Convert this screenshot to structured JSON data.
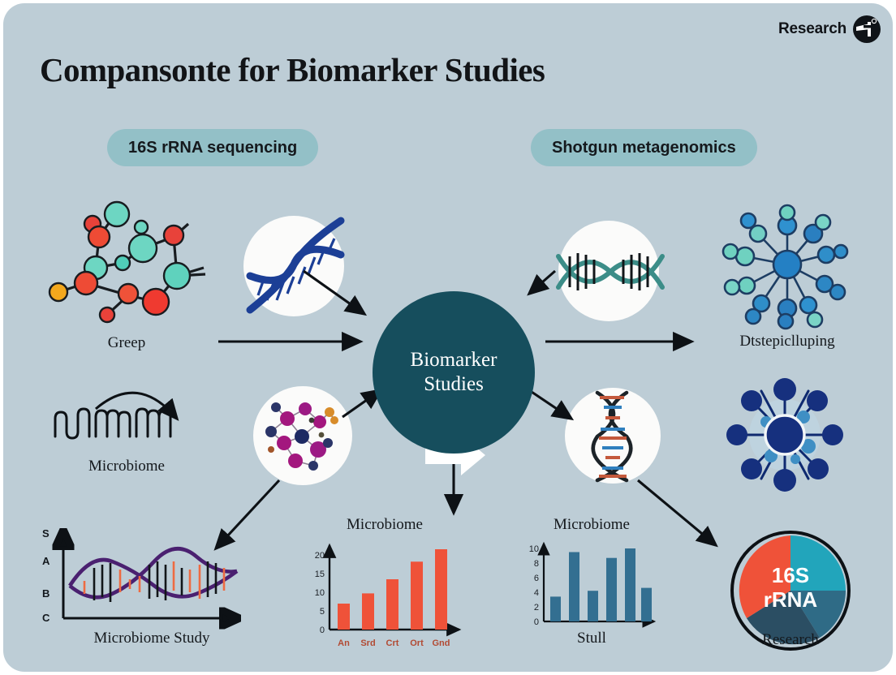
{
  "brand": {
    "text": "Research",
    "mark_icon": "brand-mark-icon"
  },
  "header": {
    "title": "Compansonte for Biomarker Studies",
    "pill_left": "16S rRNA sequencing",
    "pill_right": "Shotgun metagenomics"
  },
  "center": {
    "line1": "Biomarker",
    "line2": "Studies"
  },
  "nodes": {
    "molecule_label": "Greep",
    "wave_label": "Microbiome",
    "network_right_label": "Dtstepiclluping",
    "pie_label": "Research",
    "pie_inner_line1": "16S",
    "pie_inner_line2": "rRNA"
  },
  "colors": {
    "background": "#bdcdd6",
    "center_node": "#164e5d",
    "pill": "#93c0c7",
    "accent_orange": "#ef5239",
    "accent_blue": "#336f91",
    "accent_navy": "#16307e",
    "accent_teal": "#2aa3b5",
    "accent_purple": "#4a2070",
    "white_circle": "#fbfbfa"
  },
  "chart_data": [
    {
      "type": "bar",
      "title": "Microbiome",
      "xlabel": "",
      "ylabel": "",
      "categories": [
        "An",
        "Srd",
        "Crt",
        "Ort",
        "Gnd"
      ],
      "values": [
        7.0,
        9.7,
        13.5,
        18.2,
        21.5
      ],
      "yticks": [
        0,
        5,
        10,
        15,
        20
      ],
      "ylim": [
        0,
        22
      ],
      "grid": false,
      "legend": "none",
      "color": "#ef5239"
    },
    {
      "type": "bar",
      "title": "Microbiome",
      "xlabel": "Stull",
      "ylabel": "",
      "categories": [
        "",
        "",
        "",
        "",
        "",
        ""
      ],
      "values": [
        3.4,
        9.5,
        4.2,
        8.7,
        10.0,
        4.6
      ],
      "yticks": [
        0,
        2,
        4,
        6,
        8,
        10
      ],
      "ylim": [
        0,
        10.5
      ],
      "grid": false,
      "legend": "none",
      "color": "#336f91"
    },
    {
      "type": "line",
      "title": "",
      "xlabel": "Microbiome Study",
      "ylabel": "",
      "yticks": [
        "S",
        "A",
        "B",
        "C"
      ],
      "grid": false,
      "legend": "none",
      "color": "#4a2070"
    },
    {
      "type": "pie",
      "title": "Research",
      "labels": [
        "slice-teal",
        "slice-steel",
        "slice-navy",
        "slice-orange"
      ],
      "values": [
        26,
        24,
        26,
        24
      ],
      "colors": [
        "#22a5bb",
        "#2f6b86",
        "#2b4e63",
        "#ef5239"
      ],
      "legend": "none"
    }
  ]
}
